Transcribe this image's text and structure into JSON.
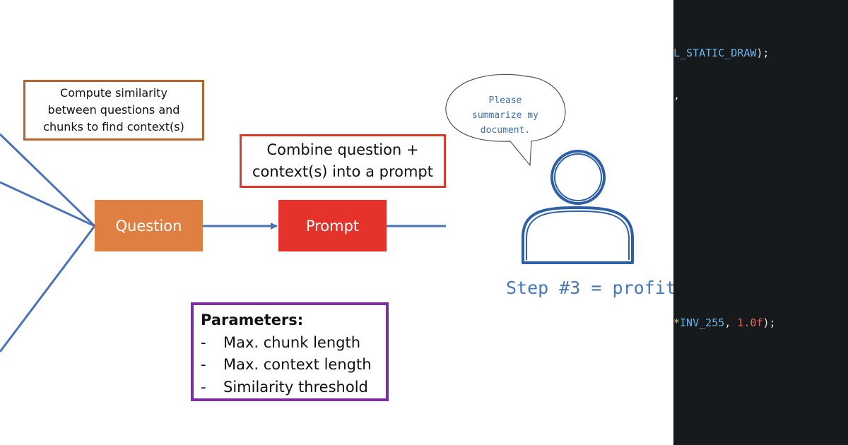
{
  "diagram": {
    "similarity_box": {
      "lines": [
        "Compute similarity",
        "between questions and",
        "chunks to find context(s)"
      ],
      "border_color": "#b5652a"
    },
    "combine_box": {
      "lines": [
        "Combine question +",
        "context(s) into a prompt"
      ],
      "border_color": "#d93a2a"
    },
    "question_node": {
      "label": "Question",
      "color": "#e07f42"
    },
    "prompt_node": {
      "label": "Prompt",
      "color": "#e5322b"
    },
    "parameters_box": {
      "title": "Parameters:",
      "bullet": "-",
      "items": [
        "Max. chunk length",
        "Max. context length",
        "Similarity threshold"
      ],
      "border_color": "#7b2fa3"
    },
    "speech_bubble": {
      "lines": [
        "Please",
        "summarize my",
        "document."
      ]
    },
    "person_icon": "user-silhouette-icon",
    "step_label": "Step #3 = profit",
    "connector_color": "#4a72b8",
    "person_color": "#2d5fa6"
  },
  "code_panel": {
    "background": "#161a1d",
    "lines": [
      {
        "tokens": [
          {
            "text": "L_STATIC_DRAW",
            "color": "#6fb3e6"
          },
          {
            "text": ");",
            "color": "#e3e3e3"
          }
        ]
      },
      {
        "tokens": [
          {
            "text": ",",
            "color": "#e3e3e3"
          }
        ]
      },
      {
        "tokens": [
          {
            "text": "*",
            "color": "#d8c75c"
          },
          {
            "text": "INV_255",
            "color": "#6fb3e6"
          },
          {
            "text": ", ",
            "color": "#e3e3e3"
          },
          {
            "text": "1.0f",
            "color": "#e2685f"
          },
          {
            "text": ");",
            "color": "#e3e3e3"
          }
        ]
      }
    ]
  }
}
